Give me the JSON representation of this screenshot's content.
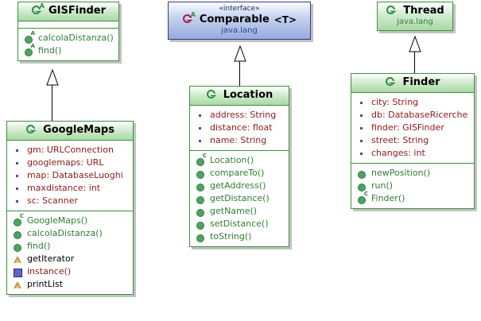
{
  "diagram": {
    "kind": "uml-class-diagram",
    "background": "#ffffff",
    "colors": {
      "class_border": "#3f8f3f",
      "class_header_top": "#ffffff",
      "class_header_bottom": "#a9d9a4",
      "interface_border": "#2e3f7f",
      "interface_header_bottom": "#97aadd",
      "field_text": "#8b1a1a",
      "method_text": "#2f7d32",
      "package_text": "#3b7a3b",
      "plain_text": "#000000"
    }
  },
  "classes": {
    "gisfinder": {
      "name": "GISFinder",
      "icon": "class-abstract-icon",
      "icon_sup": "A",
      "fields": [],
      "methods": [
        {
          "label": "calcolaDistanza()",
          "icon": "method-abstract-icon",
          "sup": "A",
          "style": "method"
        },
        {
          "label": "find()",
          "icon": "method-abstract-icon",
          "sup": "A",
          "style": "method"
        }
      ]
    },
    "googlemaps": {
      "name": "GoogleMaps",
      "icon": "class-icon",
      "icon_sup": "",
      "fields": [
        {
          "label": "gm: URLConnection",
          "icon": "field-icon"
        },
        {
          "label": "googlemaps: URL",
          "icon": "field-icon"
        },
        {
          "label": "map: DatabaseLuoghi",
          "icon": "field-icon"
        },
        {
          "label": "maxdistance: int",
          "icon": "field-icon"
        },
        {
          "label": "sc: Scanner",
          "icon": "field-icon"
        }
      ],
      "methods": [
        {
          "label": "GoogleMaps()",
          "icon": "constructor-icon",
          "sup": "C",
          "style": "method"
        },
        {
          "label": "calcolaDistanza()",
          "icon": "method-icon",
          "sup": "",
          "style": "method"
        },
        {
          "label": "find()",
          "icon": "method-icon",
          "sup": "",
          "style": "method"
        },
        {
          "label": "getIterator",
          "icon": "warning-icon",
          "sup": "",
          "style": "plain"
        },
        {
          "label": "instance()",
          "icon": "static-field-icon",
          "sup": "",
          "style": "field"
        },
        {
          "label": "printList",
          "icon": "warning-icon",
          "sup": "",
          "style": "plain"
        }
      ]
    },
    "comparable": {
      "stereotype": "«interface»",
      "name": "Comparable",
      "generic": "<T>",
      "package": "java.lang",
      "icon": "interface-abstract-icon",
      "icon_sup": "A"
    },
    "location": {
      "name": "Location",
      "icon": "class-icon",
      "icon_sup": "",
      "fields": [
        {
          "label": "address: String",
          "icon": "field-icon"
        },
        {
          "label": "distance: float",
          "icon": "field-icon"
        },
        {
          "label": "name: String",
          "icon": "field-icon"
        }
      ],
      "methods": [
        {
          "label": "Location()",
          "icon": "constructor-icon",
          "sup": "C",
          "style": "method"
        },
        {
          "label": "compareTo()",
          "icon": "method-icon",
          "sup": "",
          "style": "method"
        },
        {
          "label": "getAddress()",
          "icon": "method-icon",
          "sup": "",
          "style": "method"
        },
        {
          "label": "getDistance()",
          "icon": "method-icon",
          "sup": "",
          "style": "method"
        },
        {
          "label": "getName()",
          "icon": "method-icon",
          "sup": "",
          "style": "method"
        },
        {
          "label": "setDistance()",
          "icon": "method-icon",
          "sup": "",
          "style": "method"
        },
        {
          "label": "toString()",
          "icon": "method-icon",
          "sup": "",
          "style": "method"
        }
      ]
    },
    "thread": {
      "name": "Thread",
      "package": "java.lang",
      "icon": "class-icon",
      "icon_sup": ""
    },
    "finder": {
      "name": "Finder",
      "icon": "class-icon",
      "icon_sup": "",
      "fields": [
        {
          "label": "city: String",
          "icon": "field-icon"
        },
        {
          "label": "db: DatabaseRicerche",
          "icon": "field-icon"
        },
        {
          "label": "finder: GISFinder",
          "icon": "field-icon"
        },
        {
          "label": "street: String",
          "icon": "field-icon"
        },
        {
          "label": "changes: int",
          "icon": "field-icon"
        }
      ],
      "methods": [
        {
          "label": "newPosition()",
          "icon": "method-icon",
          "sup": "",
          "style": "method"
        },
        {
          "label": "run()",
          "icon": "method-icon",
          "sup": "",
          "style": "method"
        },
        {
          "label": "Finder()",
          "icon": "constructor-icon",
          "sup": "C",
          "style": "method"
        }
      ]
    }
  },
  "relations": [
    {
      "from": "GoogleMaps",
      "to": "GISFinder",
      "type": "generalization"
    },
    {
      "from": "Location",
      "to": "Comparable",
      "type": "generalization"
    },
    {
      "from": "Finder",
      "to": "Thread",
      "type": "generalization"
    }
  ]
}
